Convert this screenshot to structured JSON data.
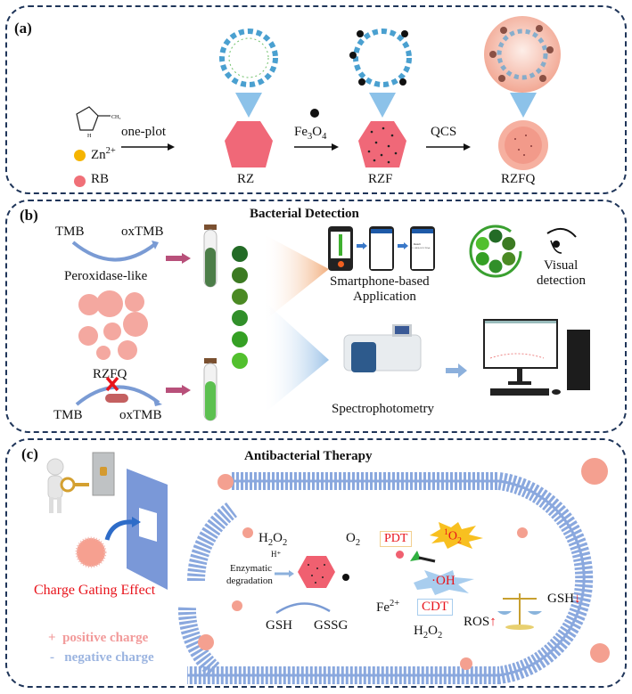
{
  "panels": {
    "a": {
      "tag": "(a)",
      "reagents": {
        "zn": "Zn",
        "zn_sup": "2+",
        "rb": "RB",
        "methyl": "CH₃",
        "nh": "H"
      },
      "step1_label": "one-plot",
      "step2_label_main": "Fe",
      "step2_sub1": "3",
      "step2_mid": "O",
      "step2_sub2": "4",
      "step3_label": "QCS",
      "products": [
        "RZ",
        "RZF",
        "RZFQ"
      ]
    },
    "b": {
      "tag": "(b)",
      "title": "Bacterial Detection",
      "top_reaction": {
        "from": "TMB",
        "to": "oxTMB",
        "label": "Peroxidase-like"
      },
      "bottom_reaction": {
        "from": "TMB",
        "to": "oxTMB",
        "label": "RZFQ"
      },
      "gradient_colors": [
        "#236b26",
        "#3c7a22",
        "#4b8a24",
        "#318f2a",
        "#35a024",
        "#52c02e"
      ],
      "smartphone_label_1": "Smartphone-based",
      "smartphone_label_2": "Application",
      "phone_result_title": "Result",
      "phone_result_text": "C=1.8818×10^9 CFU/mL",
      "visual_label_1": "Visual",
      "visual_label_2": "detection",
      "spectro_label": "Spectrophotometry"
    },
    "c": {
      "tag": "(c)",
      "title": "Antibacterial Therapy",
      "charge_gating": "Charge Gating Effect",
      "legend": [
        {
          "symbol": "+",
          "text": "positive charge",
          "color": "#f29a9a"
        },
        {
          "symbol": "-",
          "text": "negative charge",
          "color": "#9bb4e0"
        }
      ],
      "h2o2_top": {
        "main": "H",
        "s1": "2",
        "mid": "O",
        "s2": "2"
      },
      "h_plus": "H⁺",
      "o2": {
        "main": "O",
        "s": "2"
      },
      "pdt": "PDT",
      "singlet_o2": {
        "sup": "1",
        "main": "O",
        "s": "2"
      },
      "enzymatic_1": "Enzymatic",
      "enzymatic_2": "degradation",
      "oh_radical": "·OH",
      "fe2": {
        "main": "Fe",
        "sup": "2+"
      },
      "cdt": "CDT",
      "h2o2_bottom": {
        "main": "H",
        "s1": "2",
        "mid": "O",
        "s2": "2"
      },
      "gsh": "GSH",
      "gssg": "GSSG",
      "ros": "ROS",
      "gsh_right": "GSH"
    }
  },
  "colors": {
    "border": "#1f3559",
    "pink": "#f07078",
    "membrane": "#7f9fd8",
    "accent_red": "#e8141c"
  }
}
